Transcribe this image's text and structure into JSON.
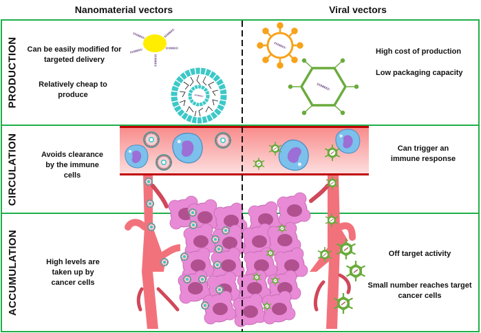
{
  "columns": {
    "left_title": "Nanomaterial vectors",
    "right_title": "Viral vectors"
  },
  "rows": [
    {
      "label": "PRODUCTION",
      "left_points": [
        "Can be easily modified for targeted delivery",
        "Relatively cheap to produce"
      ],
      "right_points": [
        "High cost of production",
        "Low packaging capacity"
      ]
    },
    {
      "label": "CIRCULATION",
      "left_points": [
        "Avoids clearance by the immune cells"
      ],
      "right_points": [
        "Can trigger an immune response"
      ]
    },
    {
      "label": "ACCUMULATION",
      "left_points": [
        "High levels are taken up by cancer cells"
      ],
      "right_points": [
        "Off target activity",
        "Small number reaches target cancer cells"
      ]
    }
  ],
  "colors": {
    "row_border": "#1fae4a",
    "blood_vessel": "#f2727c",
    "vessel_wall": "#c00000",
    "tumor": "#e88ad6",
    "tumor_nucleus": "#b0508f",
    "nanoparticle": "#3cc8c8",
    "gold_np": "#ffee00",
    "virus_orange": "#f7a21b",
    "virus_green": "#6aab3c",
    "immune_cell": "#7cc0ec"
  },
  "icons": {
    "gold_nanoparticle": "gold-nanoparticle-with-dna-icon",
    "liposome": "liposome-nanoparticle-icon",
    "enveloped_virus": "enveloped-virus-icon",
    "icosahedral_virus": "icosahedral-virus-icon",
    "immune_cell": "macrophage-icon",
    "tumor": "tumor-cell-cluster-icon",
    "blood_vessel": "blood-vessel-icon"
  }
}
